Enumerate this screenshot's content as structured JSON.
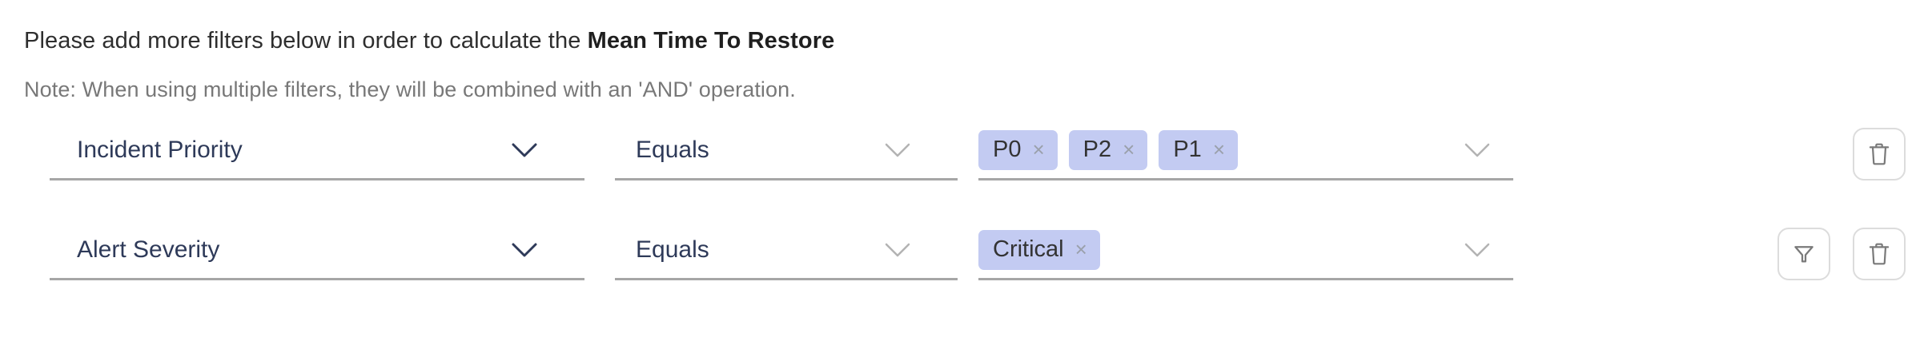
{
  "header": {
    "intro_prefix": "Please add more filters below in order to calculate the ",
    "intro_metric": "Mean Time To Restore",
    "note": "Note: When using multiple filters, they will be combined with an 'AND' operation."
  },
  "colors": {
    "chip_background": "#c3cbf2",
    "chip_text": "#333333",
    "field_text": "#2e3a59",
    "underline": "#a6a6a6",
    "note_text": "#787878",
    "icon_stroke": "#7a7a7a",
    "button_border": "#dcdcdc"
  },
  "filters": [
    {
      "attribute": {
        "value": "Incident Priority",
        "placeholder": "Select attribute",
        "chevron_icon": "chevron-down-icon"
      },
      "operator": {
        "value": "Equals",
        "placeholder": "Select operator",
        "chevron_icon": "chevron-down-icon"
      },
      "values": {
        "chips": [
          {
            "label": "P0",
            "remove": "×"
          },
          {
            "label": "P2",
            "remove": "×"
          },
          {
            "label": "P1",
            "remove": "×"
          }
        ],
        "chevron_icon": "chevron-down-icon"
      },
      "actions": [
        {
          "name": "delete-filter-button",
          "icon": "trash-icon"
        }
      ]
    },
    {
      "attribute": {
        "value": "Alert Severity",
        "placeholder": "Select attribute",
        "chevron_icon": "chevron-down-icon"
      },
      "operator": {
        "value": "Equals",
        "placeholder": "Select operator",
        "chevron_icon": "chevron-down-icon"
      },
      "values": {
        "chips": [
          {
            "label": "Critical",
            "remove": "×"
          }
        ],
        "chevron_icon": "chevron-down-icon"
      },
      "actions": [
        {
          "name": "add-filter-button",
          "icon": "funnel-icon"
        },
        {
          "name": "delete-filter-button",
          "icon": "trash-icon"
        }
      ]
    }
  ]
}
